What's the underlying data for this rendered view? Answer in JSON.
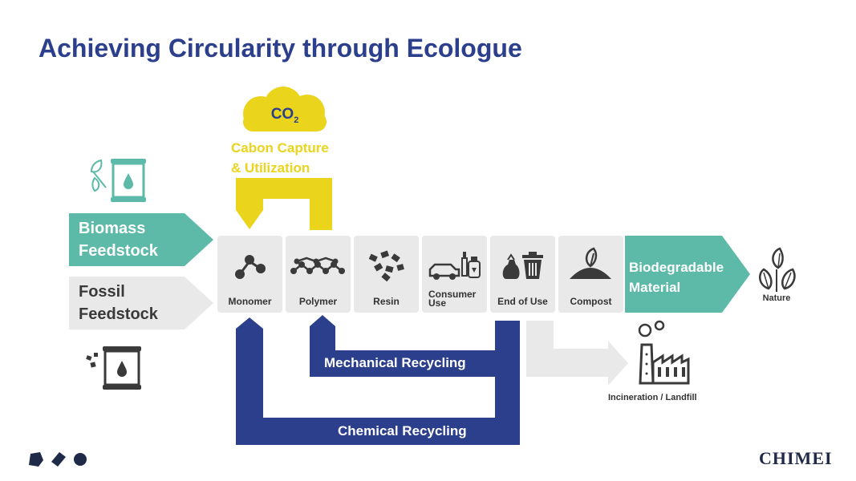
{
  "title": "Achieving Circularity through Ecologue",
  "co2": {
    "main": "CO",
    "sub": "2"
  },
  "ccu": {
    "line1": "Cabon Capture",
    "line2": "& Utilization"
  },
  "feedstocks": {
    "biomass": {
      "line1": "Biomass",
      "line2": "Feedstock"
    },
    "fossil": {
      "line1": "Fossil",
      "line2": "Feedstock"
    }
  },
  "stages": [
    {
      "label": "Monomer",
      "icon": "molecule-icon"
    },
    {
      "label": "Polymer",
      "icon": "polymer-chain-icon"
    },
    {
      "label": "Resin",
      "icon": "resin-pellets-icon"
    },
    {
      "label": "Consumer\nUse",
      "icon": "consumer-products-icon"
    },
    {
      "label": "End of Use",
      "icon": "trash-bin-icon"
    },
    {
      "label": "Compost",
      "icon": "compost-icon"
    }
  ],
  "biodegradable": {
    "line1": "Biodegradable",
    "line2": "Material"
  },
  "nature_label": "Nature",
  "recycling": {
    "mechanical": "Mechanical Recycling",
    "chemical": "Chemical Recycling"
  },
  "incineration_label": "Incineration / Landfill",
  "brand": "CHIMEI",
  "colors": {
    "navy": "#2b3f8c",
    "teal": "#5db9a8",
    "yellow": "#ead41c",
    "gray": "#e9e9e9",
    "icon": "#3a3a3a",
    "brandText": "#1f2a48"
  }
}
